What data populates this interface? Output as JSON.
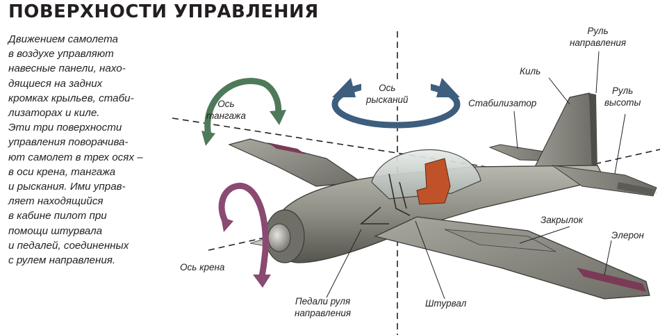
{
  "title": "ПОВЕРХНОСТИ УПРАВЛЕНИЯ",
  "description_lines": [
    "Движением самолета",
    "в воздухе управляют",
    "навесные панели, нахо-",
    "дящиеся на задних",
    "кромках крыльев, стаби-",
    "лизаторах и киле.",
    "Эти три поверхности",
    "управления поворачива-",
    "ют самолет в трех осях –",
    "в оси крена, тангажа",
    "и рыскания. Ими управ-",
    "ляет находящийся",
    "в кабине пилот при",
    "помощи штурвала",
    "и педалей, соединенных",
    "с рулем направления."
  ],
  "labels": {
    "pitch_axis": [
      "Ось",
      "тангажа"
    ],
    "yaw_axis": [
      "Ось",
      "рысканий"
    ],
    "roll_axis": "Ось крена",
    "rudder": [
      "Руль",
      "направления"
    ],
    "fin": "Киль",
    "elevator": [
      "Руль",
      "высоты"
    ],
    "stabilizer": "Стабилизатор",
    "flap": "Закрылок",
    "aileron": "Элерон",
    "pedals": [
      "Педали руля",
      "направления"
    ],
    "yoke": "Штурвал"
  },
  "colors": {
    "pitch_arrow": "#4e7a5a",
    "yaw_arrow": "#3d5e7d",
    "roll_arrow": "#8a4a72",
    "fuselage": "#8e8d84",
    "seat": "#c0522a",
    "control_surface": "#7a3a55"
  }
}
